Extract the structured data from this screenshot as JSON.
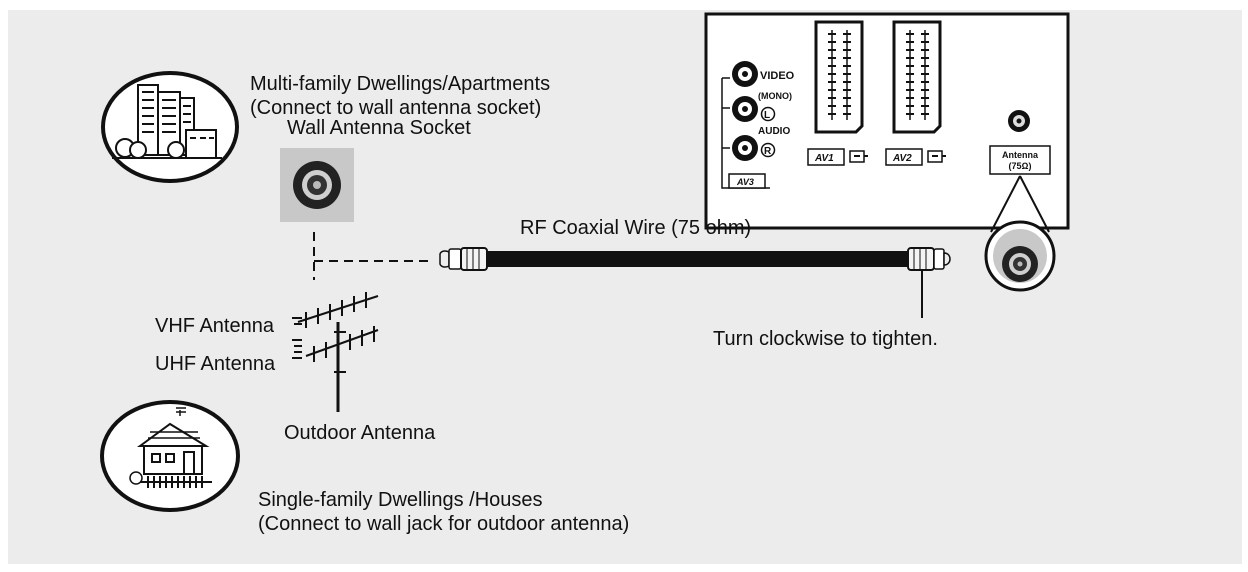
{
  "apartments": {
    "line1": "Multi-family Dwellings/Apartments",
    "line2": "(Connect to wall antenna socket)"
  },
  "wall_socket": {
    "label": "Wall Antenna Socket"
  },
  "cable": {
    "label": "RF Coaxial Wire (75 ohm)",
    "tighten_note": "Turn clockwise to tighten."
  },
  "antenna": {
    "vhf": "VHF Antenna",
    "uhf": "UHF Antenna",
    "outdoor": "Outdoor Antenna"
  },
  "houses": {
    "line1": "Single-family Dwellings /Houses",
    "line2": "(Connect to wall jack for outdoor antenna)"
  },
  "tv_panel": {
    "video": "VIDEO",
    "mono": "(MONO)",
    "audio": "AUDIO",
    "l_mark": "L",
    "r_mark": "R",
    "av1": "AV1",
    "av2": "AV2",
    "av3": "AV3",
    "antenna_in_line1": "Antenna",
    "antenna_in_line2": "(75Ω)"
  },
  "colors": {
    "background": "#ececec",
    "line": "#111111",
    "socket_face": "#c8c8c8"
  }
}
